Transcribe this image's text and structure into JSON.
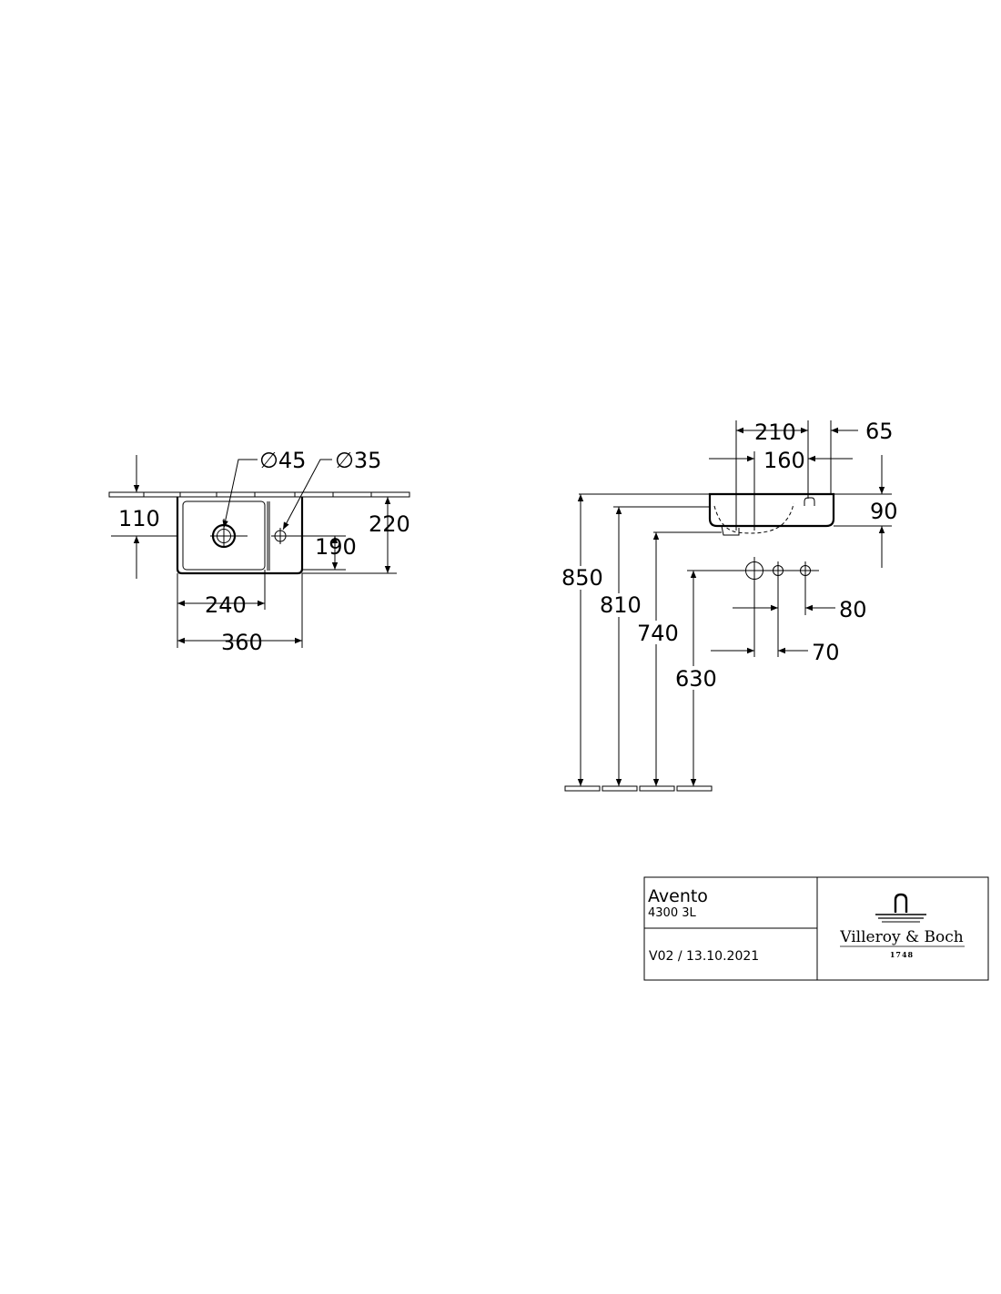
{
  "top_view": {
    "dim_diameter_waste": "∅45",
    "dim_diameter_tap": "∅35",
    "dim_110": "110",
    "dim_190": "190",
    "dim_220": "220",
    "dim_240": "240",
    "dim_360": "360"
  },
  "side_view": {
    "dim_210": "210",
    "dim_65": "65",
    "dim_160": "160",
    "dim_90": "90",
    "dim_850": "850",
    "dim_810": "810",
    "dim_740": "740",
    "dim_630": "630",
    "dim_80": "80",
    "dim_70": "70"
  },
  "title_block": {
    "product_name": "Avento",
    "product_code": "4300 3L",
    "version": "V02 / 13.10.2021",
    "brand_name": "Villeroy & Boch",
    "brand_year": "1748"
  }
}
